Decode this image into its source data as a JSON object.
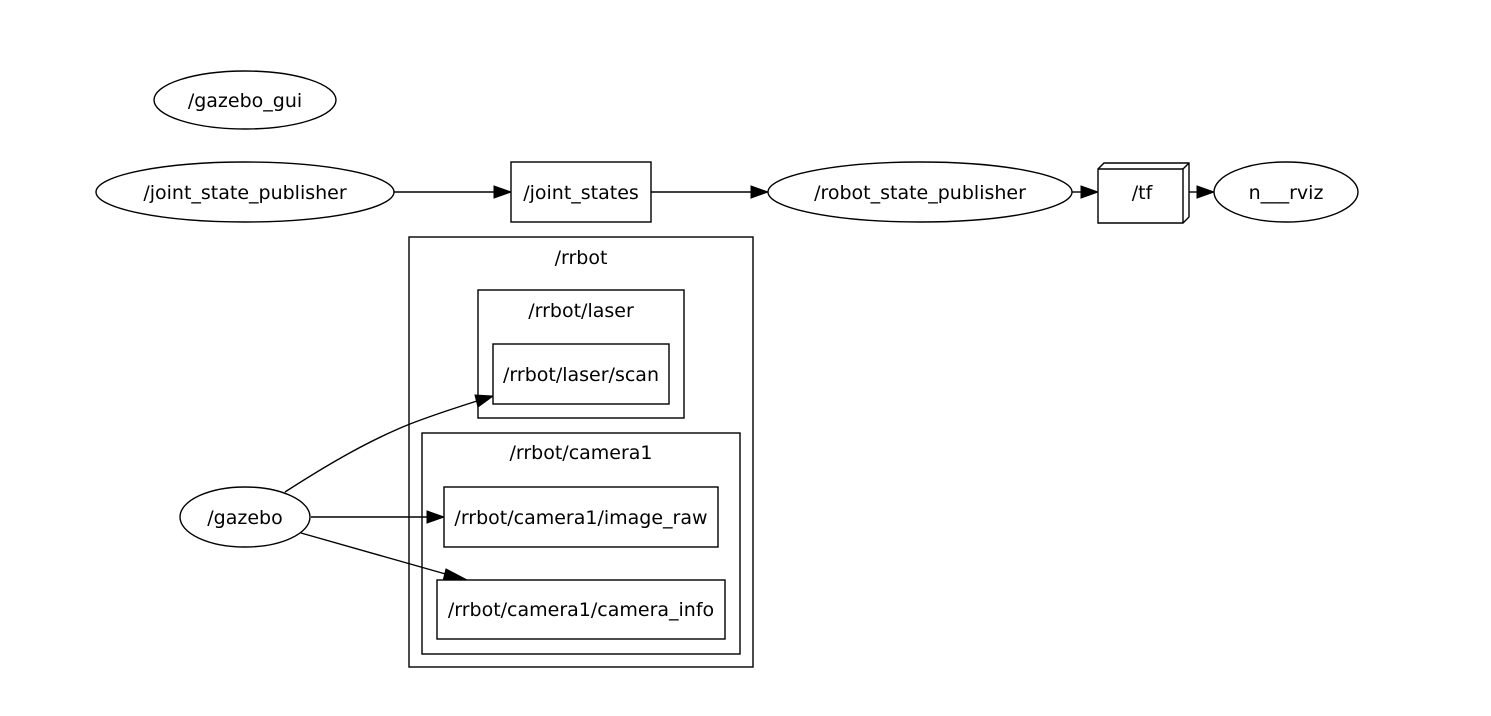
{
  "graph": {
    "nodes": {
      "gazebo_gui": "/gazebo_gui",
      "joint_state_publisher": "/joint_state_publisher",
      "joint_states": "/joint_states",
      "robot_state_publisher": "/robot_state_publisher",
      "tf": "/tf",
      "rviz": "n___rviz",
      "gazebo": "/gazebo",
      "laser_scan": "/rrbot/laser/scan",
      "camera_image_raw": "/rrbot/camera1/image_raw",
      "camera_info": "/rrbot/camera1/camera_info"
    },
    "clusters": {
      "rrbot": "/rrbot",
      "laser": "/rrbot/laser",
      "camera1": "/rrbot/camera1"
    },
    "edges": [
      {
        "from": "/joint_state_publisher",
        "to": "/joint_states"
      },
      {
        "from": "/joint_states",
        "to": "/robot_state_publisher"
      },
      {
        "from": "/robot_state_publisher",
        "to": "/tf"
      },
      {
        "from": "/tf",
        "to": "n___rviz"
      },
      {
        "from": "/gazebo",
        "to": "/rrbot/laser/scan"
      },
      {
        "from": "/gazebo",
        "to": "/rrbot/camera1/image_raw"
      },
      {
        "from": "/gazebo",
        "to": "/rrbot/camera1/camera_info"
      }
    ]
  }
}
